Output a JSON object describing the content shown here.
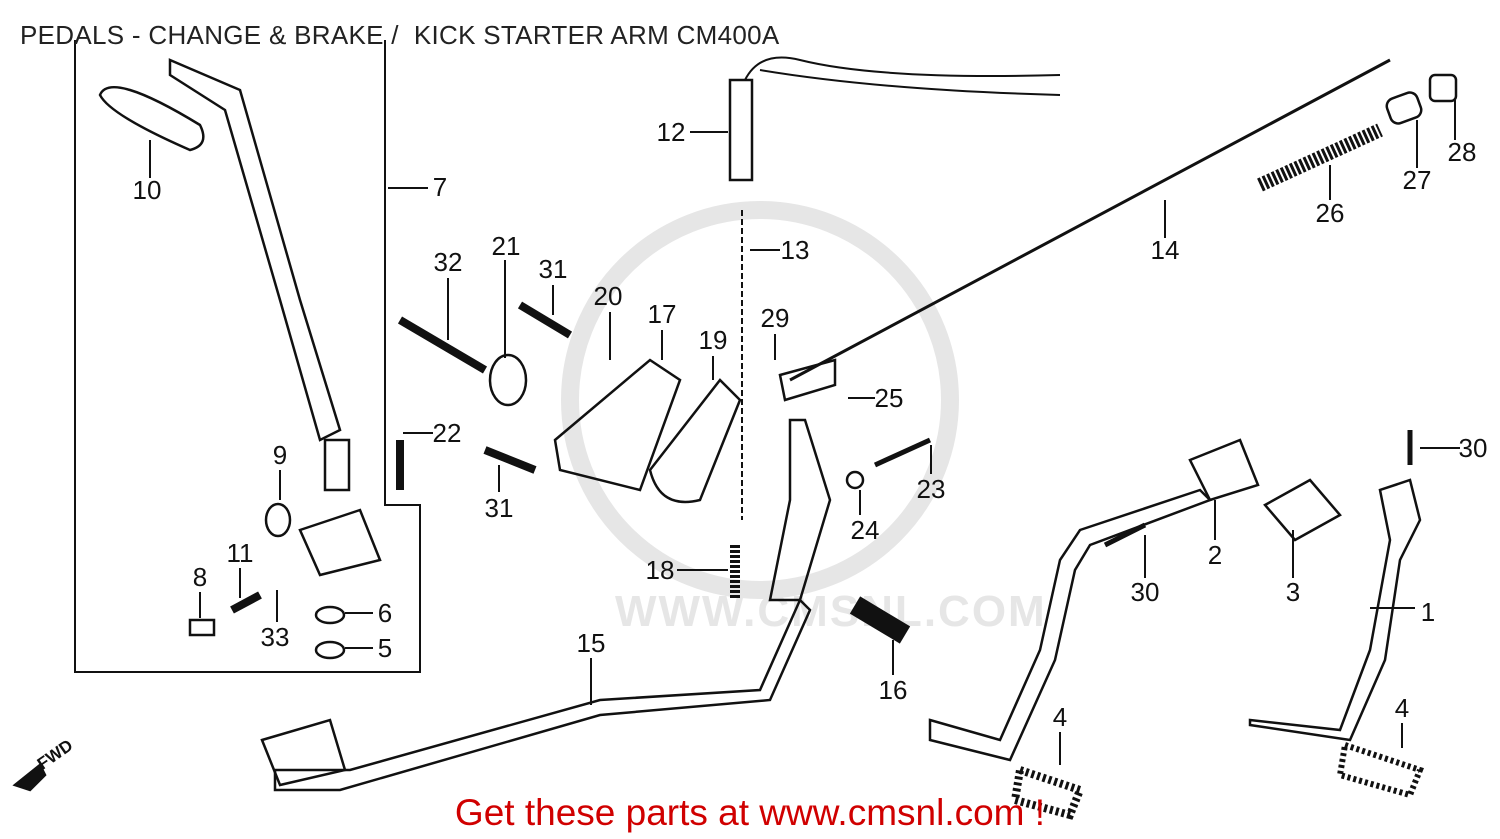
{
  "title": "PEDALS - CHANGE & BRAKE /  KICK STARTER ARM CM400A",
  "watermark": "WWW.CMSNL.COM",
  "fwd_label": "FWD",
  "footer": "Get these parts at www.cmsnl.com !",
  "parts": {
    "p10": "10",
    "p7": "7",
    "p12": "12",
    "p13": "13",
    "p14": "14",
    "p26": "26",
    "p27": "27",
    "p28": "28",
    "p32": "32",
    "p21": "21",
    "p31a": "31",
    "p20": "20",
    "p17": "17",
    "p19": "19",
    "p29": "29",
    "p25": "25",
    "p22": "22",
    "p9": "9",
    "p31b": "31",
    "p23": "23",
    "p24": "24",
    "p30a": "30",
    "p2": "2",
    "p30b": "30",
    "p3": "3",
    "p1": "1",
    "p11": "11",
    "p8": "8",
    "p6": "6",
    "p33": "33",
    "p5": "5",
    "p18": "18",
    "p15": "15",
    "p16": "16",
    "p4a": "4",
    "p4b": "4"
  }
}
